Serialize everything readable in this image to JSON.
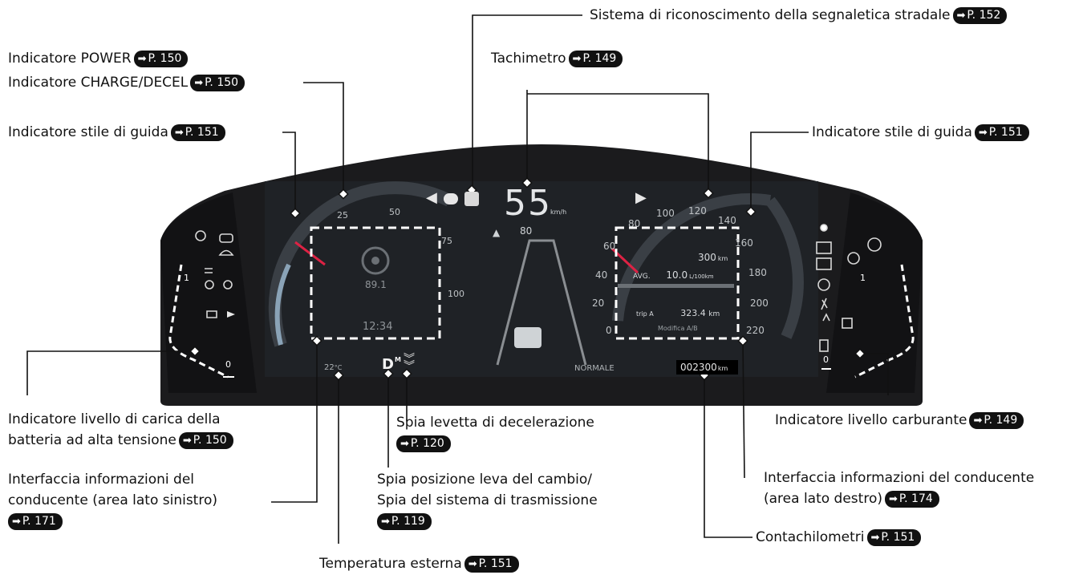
{
  "callouts": {
    "traffic_sign": {
      "text": "Sistema di riconoscimento della segnaletica stradale",
      "ref": "P. 152"
    },
    "power": {
      "text": "Indicatore POWER",
      "ref": "P. 150"
    },
    "charge": {
      "text": "Indicatore CHARGE/DECEL",
      "ref": "P. 150"
    },
    "tachimetro": {
      "text": "Tachimetro",
      "ref": "P. 149"
    },
    "style_left": {
      "text": "Indicatore stile di guida",
      "ref": "P. 151"
    },
    "style_right": {
      "text": "Indicatore stile di guida",
      "ref": "P. 151"
    },
    "battery": {
      "line1": "Indicatore livello di carica della",
      "line2": "batteria ad alta tensione",
      "ref": "P. 150"
    },
    "fuel": {
      "text": "Indicatore livello carburante",
      "ref": "P. 149"
    },
    "decel": {
      "text": "Spia levetta di decelerazione",
      "ref": "P. 120"
    },
    "driver_left": {
      "line1": "Interfaccia informazioni del",
      "line2": "conducente (area lato sinistro)",
      "ref": "P. 171"
    },
    "gear": {
      "line1": "Spia posizione leva del cambio/",
      "line2": "Spia del sistema di trasmissione",
      "ref": "P. 119"
    },
    "driver_right": {
      "line1": "Interfaccia informazioni del conducente",
      "line2": "(area lato destro)",
      "ref": "P. 174"
    },
    "odometer": {
      "text": "Contachilometri",
      "ref": "P. 151"
    },
    "temperature": {
      "text": "Temperatura esterna",
      "ref": "P. 151"
    }
  },
  "cluster": {
    "speed": "55",
    "speed_unit": "km/h",
    "cruise_speed": "80",
    "power_ticks": [
      "25",
      "50",
      "75",
      "100"
    ],
    "speedo_ticks": [
      "0",
      "20",
      "40",
      "60",
      "80",
      "100",
      "120",
      "140",
      "160",
      "180",
      "200",
      "220"
    ],
    "radio_freq": "89.1",
    "clock": "12:34",
    "gear": "D",
    "gear_mode": "M",
    "range_value": "300",
    "range_unit": "km",
    "avg_label": "AVG.",
    "avg_value": "10.0",
    "avg_unit": "L/100km",
    "trip_label": "trip A",
    "trip_value": "323.4",
    "trip_unit": "km",
    "trip_action": "Modifica A/B",
    "drive_mode": "NORMALE",
    "odometer": "002300",
    "odometer_unit": "km",
    "temperature": "22",
    "temp_unit": "°C",
    "battery_full": "1",
    "battery_empty": "0",
    "fuel_full": "1",
    "fuel_empty": "0"
  },
  "icons": [
    "traffic-sign-icon",
    "turn-left-icon",
    "turn-right-icon",
    "engine-icon",
    "abs-icon",
    "brake-hold-icon",
    "airbag-icon",
    "seatbelt-icon",
    "fuel-icon",
    "tpms-icon",
    "headlight-icon"
  ]
}
